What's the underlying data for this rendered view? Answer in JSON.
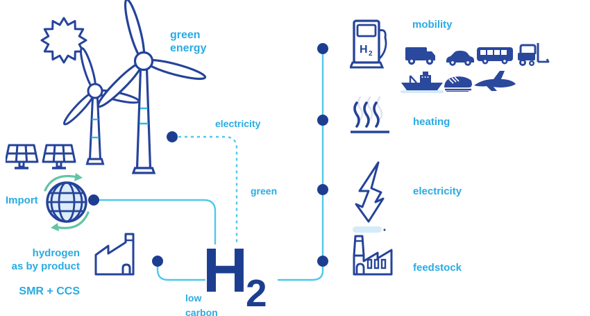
{
  "colors": {
    "navy_outline": "#25439a",
    "navy_fill": "#2a489c",
    "navy_dark": "#1d3e90",
    "cyan_text": "#29abe2",
    "cyan_line": "#4fc9ea",
    "tower_band_cyan": "#2fbde9",
    "green_arrow": "#63c5a3",
    "globe_fill": "#dcecf8",
    "light_blue_accent": "#d4ebf9",
    "steam_echo": "#e0e3f0",
    "background": "#ffffff"
  },
  "sources": {
    "green_energy_label": "green\nenergy",
    "import_label": "Import",
    "byproduct_label": "hydrogen\nas by product",
    "smr_label": "SMR + CCS"
  },
  "flows": {
    "electricity_label": "electricity",
    "green_label": "green",
    "low_carbon_label": "low\ncarbon"
  },
  "hub": {
    "symbol": "H",
    "subscript": "2"
  },
  "pump": {
    "symbol": "H",
    "subscript": "2"
  },
  "uses": {
    "mobility_label": "mobility",
    "heating_label": "heating",
    "electricity_label": "electricity",
    "feedstock_label": "feedstock"
  },
  "icons": {
    "sun-icon": "outlined sun star",
    "wind-turbine-icon": "two outlined wind turbines",
    "solar-panel-icon": "two outlined solar panels",
    "globe-import-icon": "globe with green recycle arrows",
    "byproduct-factory-icon": "outlined factory with chimney",
    "fuel-pump-icon": "outlined H2 fuel dispenser",
    "truck-icon": "solid truck",
    "car-icon": "solid car",
    "bus-icon": "solid bus",
    "forklift-icon": "solid forklift",
    "ship-icon": "solid ship on water",
    "train-icon": "solid high-speed train",
    "plane-icon": "solid airplane",
    "heating-icon": "steam waves over line",
    "lightning-icon": "outlined lightning arrow",
    "feedstock-factory-icon": "outlined factory with smoke"
  }
}
